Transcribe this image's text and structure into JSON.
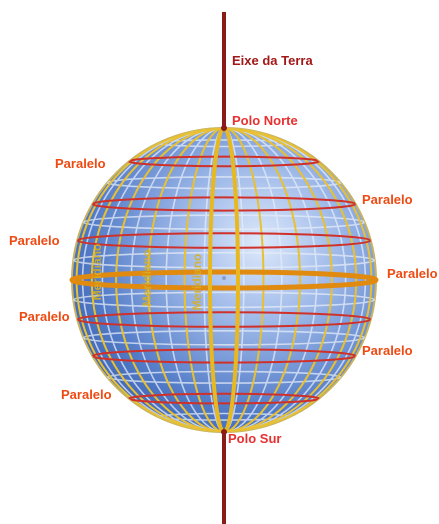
{
  "labels": {
    "axis": "Eixe da Terra",
    "north_pole": "Polo Norte",
    "south_pole": "Polo Sur",
    "parallel": "Paralelo",
    "parallel_right_mid_cropped": "Paralelo",
    "meridian_1": "Meridiano",
    "meridian_2": "Meridiano",
    "meridian_3": "Meridiano"
  },
  "colors": {
    "axis": "#8b1a1a",
    "axis_label": "#a01818",
    "pole_label": "#e83030",
    "parallel_label": "#ee4a12",
    "parallel_line": "#d0302a",
    "meridian_line": "#e8c030",
    "equator": "#e09018",
    "prime_meridian": "#e8b820",
    "globe_light": "#cfe0f8",
    "globe_dark": "#3a63b4"
  },
  "icons": {
    "globe": "sphere-icon",
    "axis": "axis-line"
  }
}
